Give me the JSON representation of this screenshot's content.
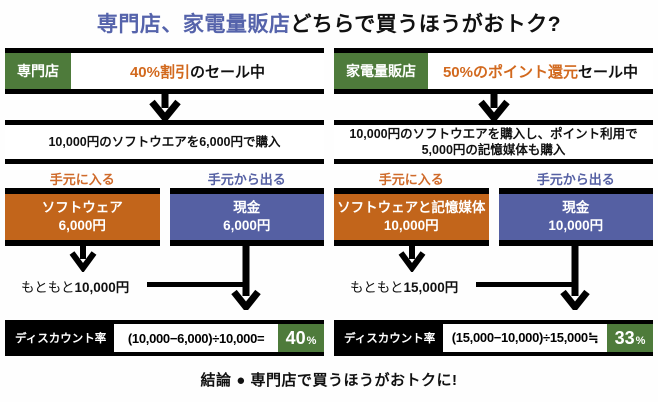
{
  "title": {
    "highlight": "専門店、家電量販店",
    "rest": "どちらで買うほうがおトク?"
  },
  "colors": {
    "green": "#4e7b3b",
    "orange_box": "#c2651b",
    "blue_box": "#5560a3",
    "orange_text": "#d2691e",
    "title_blue": "#5563ab",
    "bar_black": "#000000"
  },
  "columns": [
    {
      "store": "専門店",
      "offer_highlight": "40%割引",
      "offer_rest": "のセール中",
      "purchase_line1": "10,000円のソフトウエアを6,000円で購入",
      "purchase_line2": "",
      "in_label": "手元に入る",
      "out_label": "手元から出る",
      "in_box_line1": "ソフトウェア",
      "in_box_line2": "6,000円",
      "out_box_line1": "現金",
      "out_box_line2": "6,000円",
      "original_prefix": "もともと",
      "original_value": "10,000円",
      "discount_label": "ディスカウント率",
      "formula": "(10,000−6,000)÷10,000=",
      "rate": "40",
      "rate_unit": "%"
    },
    {
      "store": "家電量販店",
      "offer_highlight": "50%のポイント還元",
      "offer_rest": "セール中",
      "purchase_line1": "10,000円のソフトウエアを購入し、ポイント利用で",
      "purchase_line2": "5,000円の記憶媒体も購入",
      "in_label": "手元に入る",
      "out_label": "手元から出る",
      "in_box_line1": "ソフトウェアと記憶媒体",
      "in_box_line2": "10,000円",
      "out_box_line1": "現金",
      "out_box_line2": "10,000円",
      "original_prefix": "もともと",
      "original_value": "15,000円",
      "discount_label": "ディスカウント率",
      "formula": "(15,000−10,000)÷15,000≒",
      "rate": "33",
      "rate_unit": "%"
    }
  ],
  "conclusion": "結論 ● 専門店で買うほうがおトクに!"
}
